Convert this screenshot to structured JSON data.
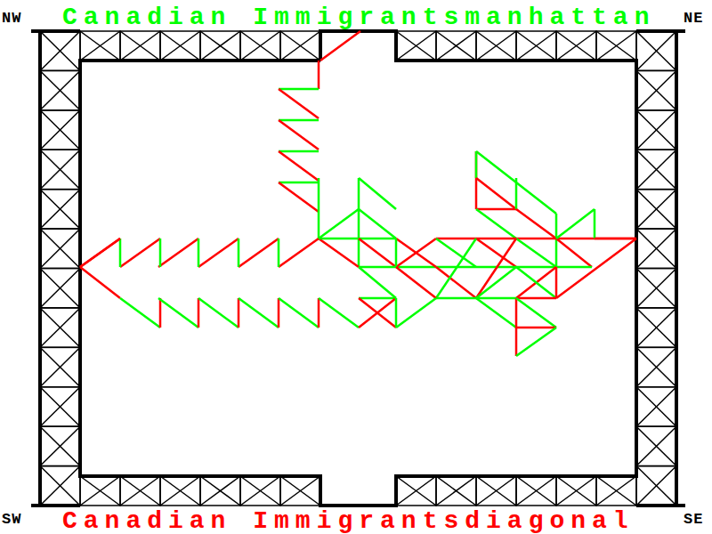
{
  "diagram": {
    "labels": [
      "NW",
      "Canadian Immigrantsmanhattan",
      "NE",
      "SW",
      "Canadian Immigrantsdiagonal",
      "SE"
    ]
  }
}
